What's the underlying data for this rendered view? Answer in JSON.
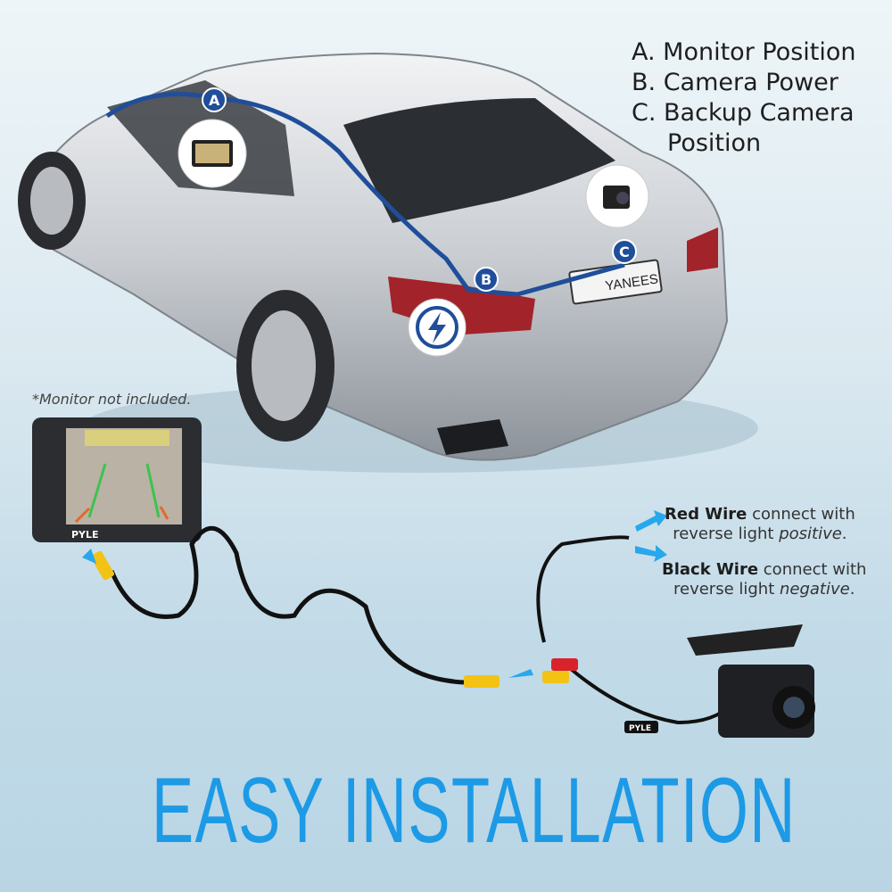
{
  "legend": {
    "items": [
      {
        "letter": "A.",
        "label": "Monitor Position"
      },
      {
        "letter": "B.",
        "label": "Camera Power"
      },
      {
        "letter": "C.",
        "label": "Backup Camera"
      }
    ],
    "continuation": "Position"
  },
  "markers": {
    "a": "A",
    "b": "B",
    "c": "C"
  },
  "plate_text": "YANEES",
  "monitor_note": "*Monitor not included.",
  "monitor_brand": "PYLE",
  "cable_brand": "PYLE",
  "red_wire": {
    "bold": "Red Wire",
    "text": " connect with",
    "line2": "reverse light ",
    "italic": "positive",
    "end": "."
  },
  "black_wire": {
    "bold": "Black Wire",
    "text": " connect with",
    "line2": "reverse light ",
    "italic": "negative",
    "end": "."
  },
  "headline": "EASY INSTALLATION",
  "colors": {
    "accent": "#1d9ae6",
    "route_line": "#1f4e9a",
    "background": "#dbe9f0"
  }
}
